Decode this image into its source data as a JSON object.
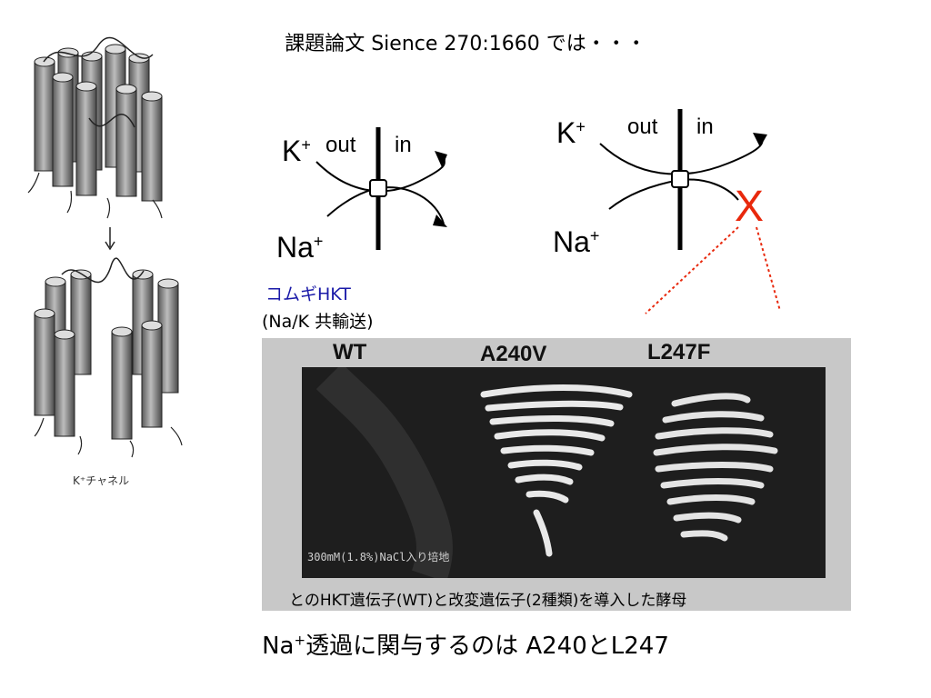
{
  "title": "課題論文 Sience 270:1660 では・・・",
  "figure_left": {
    "caption": "K⁺チャネル"
  },
  "diagram_normal": {
    "k_label": "K",
    "k_sup": "+",
    "na_label": "Na",
    "na_sup": "+",
    "out_label": "out",
    "in_label": "in"
  },
  "diagram_mutant": {
    "k_label": "K",
    "k_sup": "+",
    "na_label": "Na",
    "na_sup": "+",
    "out_label": "out",
    "in_label": "in",
    "block_mark": "X",
    "block_color": "#e8280c"
  },
  "hkt_label": {
    "name": "コムギHKT",
    "name_color": "#1a1aa8",
    "description": "(Na/K 共輸送)"
  },
  "photo": {
    "columns": [
      "WT",
      "A240V",
      "L247F"
    ],
    "plate_caption": "300mM(1.8%)NaCl入り培地",
    "caption": "とのHKT遺伝子(WT)と改変遺伝子(2種類)を導入した酵母"
  },
  "conclusion": {
    "prefix": "Na",
    "sup": "+",
    "text": "透過に関与するのは A240とL247"
  }
}
